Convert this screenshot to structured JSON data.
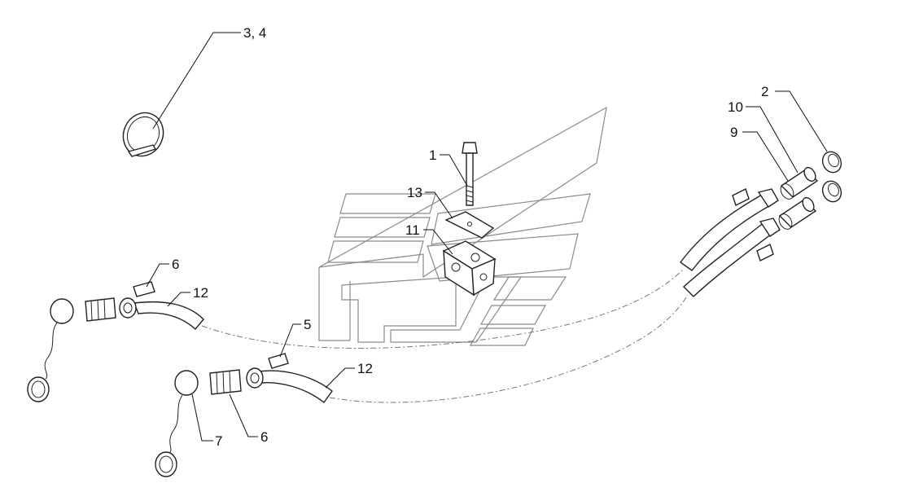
{
  "diagram": {
    "callouts": {
      "c_3_4": "3, 4",
      "c_1": "1",
      "c_13": "13",
      "c_11": "11",
      "c_2": "2",
      "c_10": "10",
      "c_9": "9",
      "c_6_upper": "6",
      "c_12_upper": "12",
      "c_5": "5",
      "c_12_lower": "12",
      "c_7": "7",
      "c_6_lower": "6"
    }
  }
}
